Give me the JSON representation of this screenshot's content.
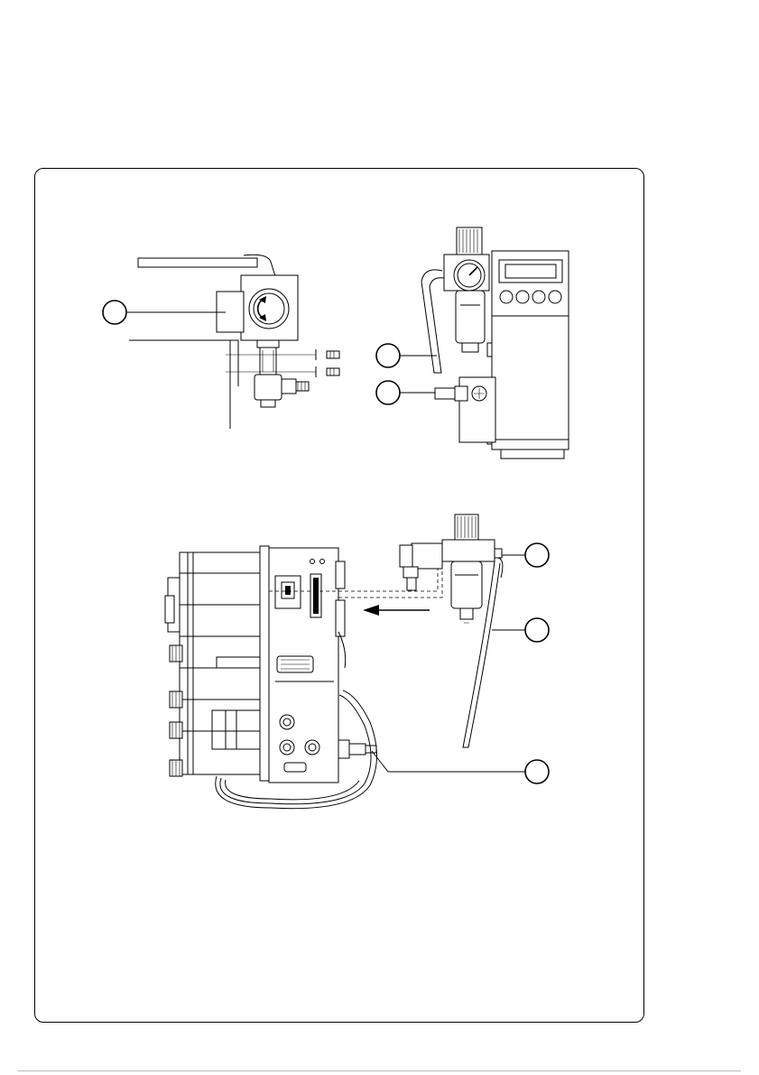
{
  "figure": {
    "callouts": [
      {
        "id": "callout-a",
        "label": ""
      },
      {
        "id": "callout-b",
        "label": ""
      },
      {
        "id": "callout-c",
        "label": ""
      },
      {
        "id": "callout-d",
        "label": ""
      },
      {
        "id": "callout-e",
        "label": ""
      },
      {
        "id": "callout-f",
        "label": ""
      }
    ]
  }
}
